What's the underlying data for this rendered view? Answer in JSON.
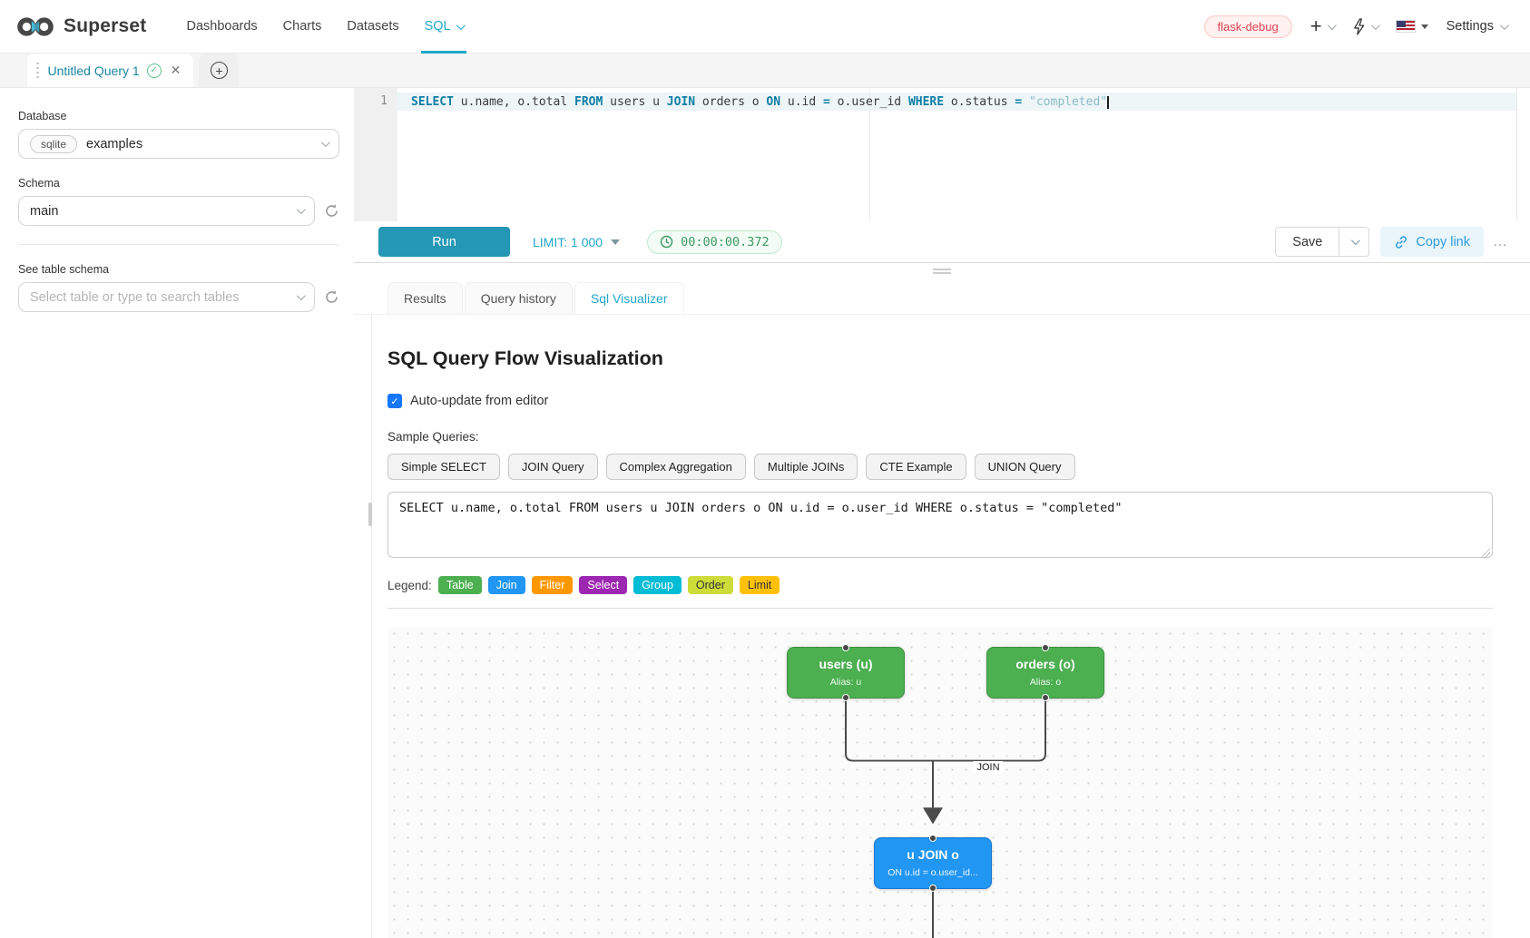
{
  "navbar": {
    "brand": "Superset",
    "items": [
      {
        "label": "Dashboards"
      },
      {
        "label": "Charts"
      },
      {
        "label": "Datasets"
      },
      {
        "label": "SQL"
      }
    ],
    "environment_tag": "flask-debug",
    "settings_label": "Settings",
    "accent_color": "#20a7c9"
  },
  "query_tabs": {
    "active_tab_label": "Untitled Query 1"
  },
  "sidebar": {
    "database_label": "Database",
    "database_engine": "sqlite",
    "database_value": "examples",
    "schema_label": "Schema",
    "schema_value": "main",
    "table_label": "See table schema",
    "table_placeholder": "Select table or type to search tables"
  },
  "editor": {
    "line_number": "1",
    "tokens": [
      {
        "text": "SELECT",
        "type": "kw"
      },
      {
        "text": " u.name, o.total ",
        "type": "pl"
      },
      {
        "text": "FROM",
        "type": "kw"
      },
      {
        "text": " users u ",
        "type": "pl"
      },
      {
        "text": "JOIN",
        "type": "kw"
      },
      {
        "text": " orders o ",
        "type": "pl"
      },
      {
        "text": "ON",
        "type": "kw"
      },
      {
        "text": " u.id ",
        "type": "pl"
      },
      {
        "text": "=",
        "type": "op"
      },
      {
        "text": " o.user_id ",
        "type": "pl"
      },
      {
        "text": "WHERE",
        "type": "kw"
      },
      {
        "text": " o.status ",
        "type": "pl"
      },
      {
        "text": "=",
        "type": "op"
      },
      {
        "text": " ",
        "type": "pl"
      },
      {
        "text": "\"completed\"",
        "type": "str"
      }
    ]
  },
  "toolbar": {
    "run_label": "Run",
    "limit_label": "LIMIT:",
    "limit_value": "1 000",
    "timer_value": "00:00:00.372",
    "save_label": "Save",
    "copy_link_label": "Copy link",
    "more_label": "…"
  },
  "result_tabs": [
    {
      "label": "Results"
    },
    {
      "label": "Query history"
    },
    {
      "label": "Sql Visualizer"
    }
  ],
  "visualizer": {
    "title": "SQL Query Flow Visualization",
    "auto_update_label": "Auto-update from editor",
    "sample_queries_label": "Sample Queries:",
    "sample_buttons": [
      "Simple SELECT",
      "JOIN Query",
      "Complex Aggregation",
      "Multiple JOINs",
      "CTE Example",
      "UNION Query"
    ],
    "query_text": "SELECT u.name, o.total FROM users u JOIN orders o ON u.id = o.user_id WHERE o.status = \"completed\"",
    "legend_label": "Legend:",
    "legend_items": [
      {
        "label": "Table",
        "color": "#4CAF50"
      },
      {
        "label": "Join",
        "color": "#2196F3"
      },
      {
        "label": "Filter",
        "color": "#FF9800"
      },
      {
        "label": "Select",
        "color": "#9C27B0"
      },
      {
        "label": "Group",
        "color": "#00BCD4"
      },
      {
        "label": "Order",
        "color": "#CDDC39",
        "text_color": "#333333"
      },
      {
        "label": "Limit",
        "color": "#FFC107",
        "text_color": "#333333"
      }
    ],
    "diagram": {
      "nodes": [
        {
          "title": "users (u)",
          "subtitle": "Alias: u",
          "type": "table",
          "color": "#4CAF50",
          "border_color": "#3d9140"
        },
        {
          "title": "orders (o)",
          "subtitle": "Alias: o",
          "type": "table",
          "color": "#4CAF50",
          "border_color": "#3d9140"
        },
        {
          "title": "u JOIN o",
          "subtitle": "ON u.id = o.user_id...",
          "type": "join",
          "color": "#2196F3",
          "border_color": "#1976d2"
        }
      ],
      "edge_label": "JOIN"
    }
  }
}
